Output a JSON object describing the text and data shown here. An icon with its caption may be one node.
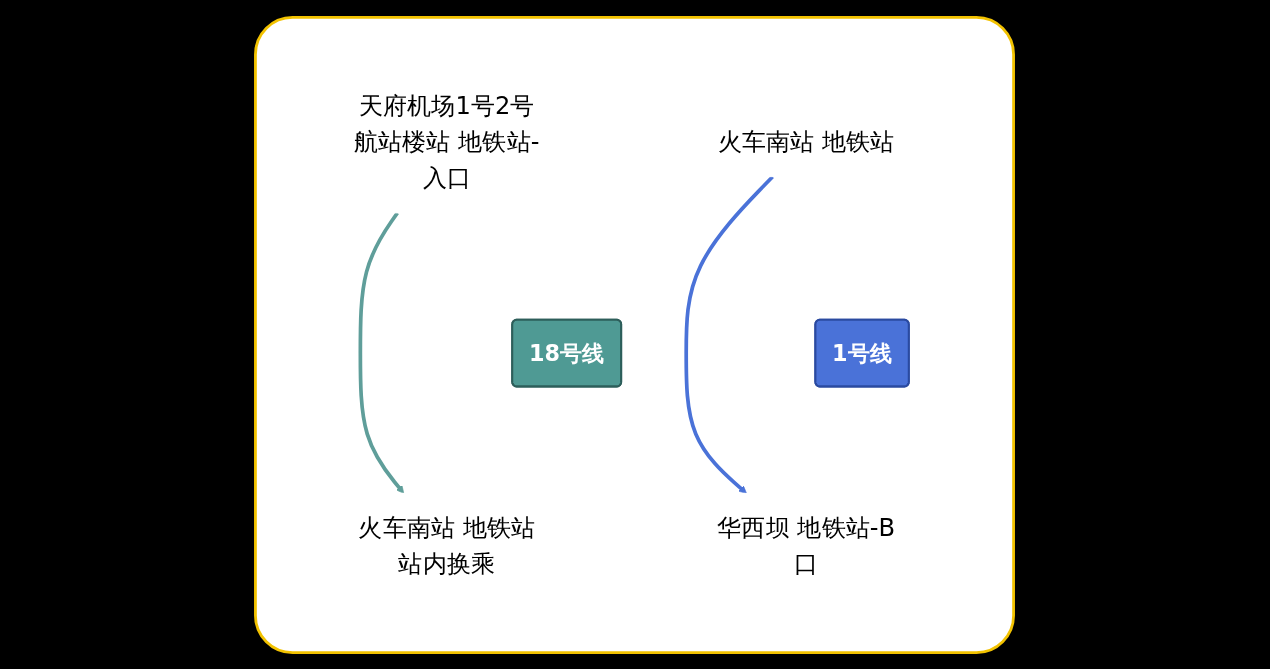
{
  "diagram": {
    "nodes": [
      {
        "text": [],
        "shape": "box"
      },
      {
        "text": [
          "天府机场1号2号航站楼站 地铁站-入口"
        ],
        "in": 0
      },
      {
        "text": [
          "18号线"
        ],
        "in": 0
      },
      {
        "text": [
          "火车南站 地铁站",
          "站内换乘"
        ],
        "in": 0
      },
      {
        "text": [
          "火车南站 地铁站"
        ],
        "in": 0
      },
      {
        "text": [
          "1号线"
        ],
        "in": 0
      },
      {
        "text": [
          "华西坝 地铁站-B口"
        ],
        "in": 0
      }
    ],
    "edges": [
      {
        "from": 1,
        "to": 3,
        "arrow": "to",
        "color": "#5f9e9a"
      },
      {
        "from": 4,
        "to": 6,
        "arrow": "to",
        "color": "#4a72d8"
      }
    ]
  }
}
